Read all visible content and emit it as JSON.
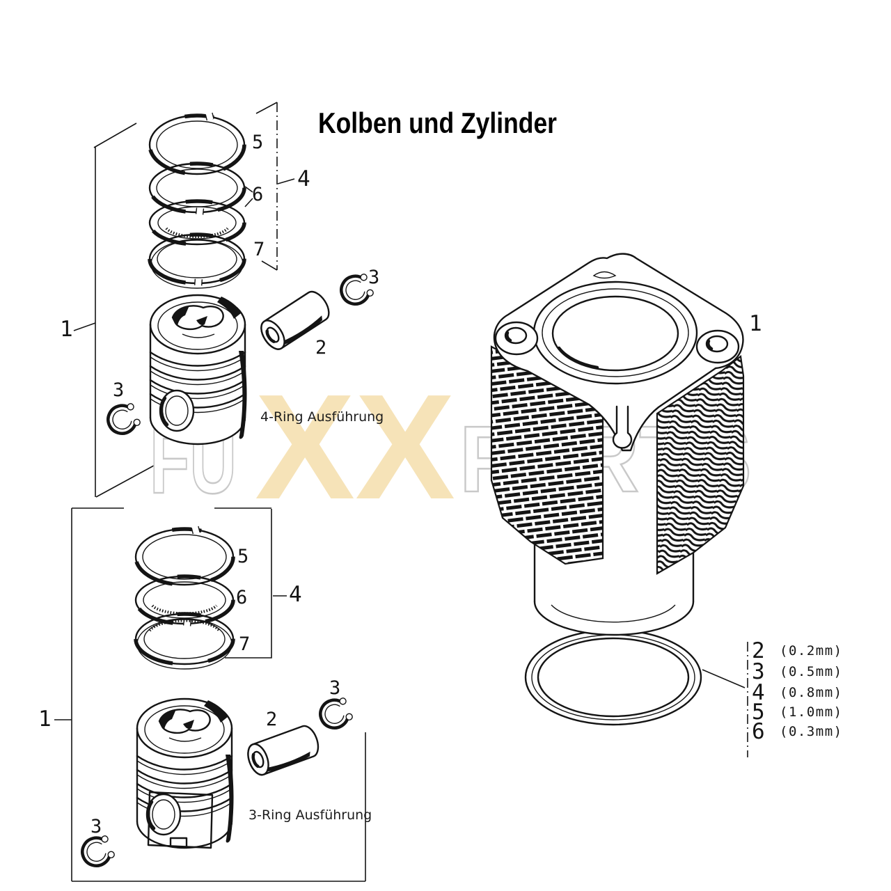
{
  "title": "Kolben und Zylinder",
  "watermark": {
    "left": "FU",
    "middle": "XX",
    "right": "PARTS"
  },
  "colors": {
    "ink": "#141414",
    "watermark_fill": "#f6e3b8",
    "watermark_outline": "#c9c9c9"
  },
  "four_ring_group": {
    "caption": "4-Ring Ausführung",
    "assembly_ref": "1",
    "ring_set_ref": "4",
    "top_ring_ref": "5",
    "middle_ring_ref": "6",
    "oil_ring_ref": "7",
    "pin_ref": "2",
    "circlip_ref": "3"
  },
  "three_ring_group": {
    "caption": "3-Ring Ausführung",
    "assembly_ref": "1",
    "ring_set_ref": "4",
    "top_ring_ref": "5",
    "middle_ring_ref": "6",
    "oil_ring_ref": "7",
    "pin_ref": "2",
    "circlip_ref": "3"
  },
  "cylinder": {
    "ref": "1",
    "shim_options": [
      {
        "ref": "2",
        "thickness": "(0.2mm)"
      },
      {
        "ref": "3",
        "thickness": "(0.5mm)"
      },
      {
        "ref": "4",
        "thickness": "(0.8mm)"
      },
      {
        "ref": "5",
        "thickness": "(1.0mm)"
      },
      {
        "ref": "6",
        "thickness": "(0.3mm)"
      }
    ]
  }
}
